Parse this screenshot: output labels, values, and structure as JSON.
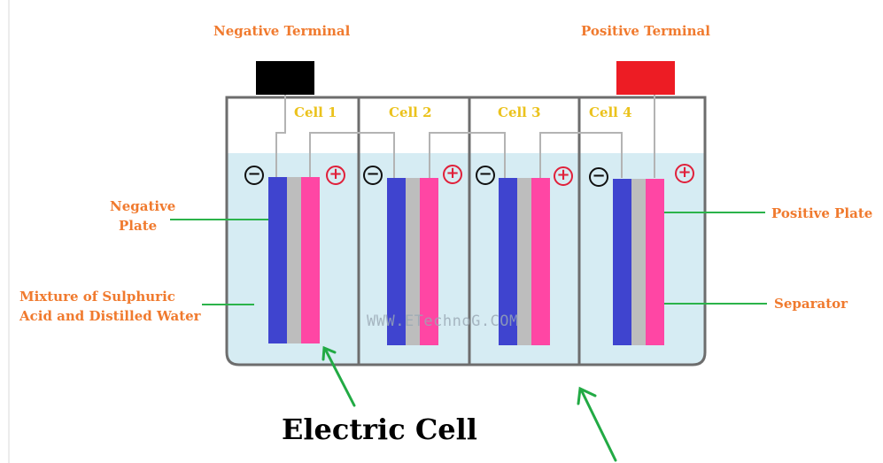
{
  "title": "Electric Cell",
  "watermark": "WWW.ETechnoG.COM",
  "terminals": {
    "negative_label": "Negative Terminal",
    "positive_label": "Positive Terminal",
    "negative_color": "#000000",
    "positive_color": "#ed1c24"
  },
  "cells": [
    {
      "label": "Cell 1"
    },
    {
      "label": "Cell 2"
    },
    {
      "label": "Cell 3"
    },
    {
      "label": "Cell 4"
    }
  ],
  "signs": {
    "negative": "−",
    "positive": "+"
  },
  "labels": {
    "negative_plate_line1": "Negative",
    "negative_plate_line2": "Plate",
    "mixture_line1": "Mixture of Sulphuric",
    "mixture_line2": "Acid and Distilled Water",
    "positive_plate": "Positive Plate",
    "separator": "Separator"
  },
  "colors": {
    "label_text": "#f07a2e",
    "cell_label": "#ebc21c",
    "electrolyte": "#d6ecf3",
    "negative_plate": "#3f44cf",
    "positive_plate": "#ff46a4",
    "separator": "#bdbdbd",
    "leader_lines": "#2bb34a",
    "arrows": "#22aa44"
  }
}
